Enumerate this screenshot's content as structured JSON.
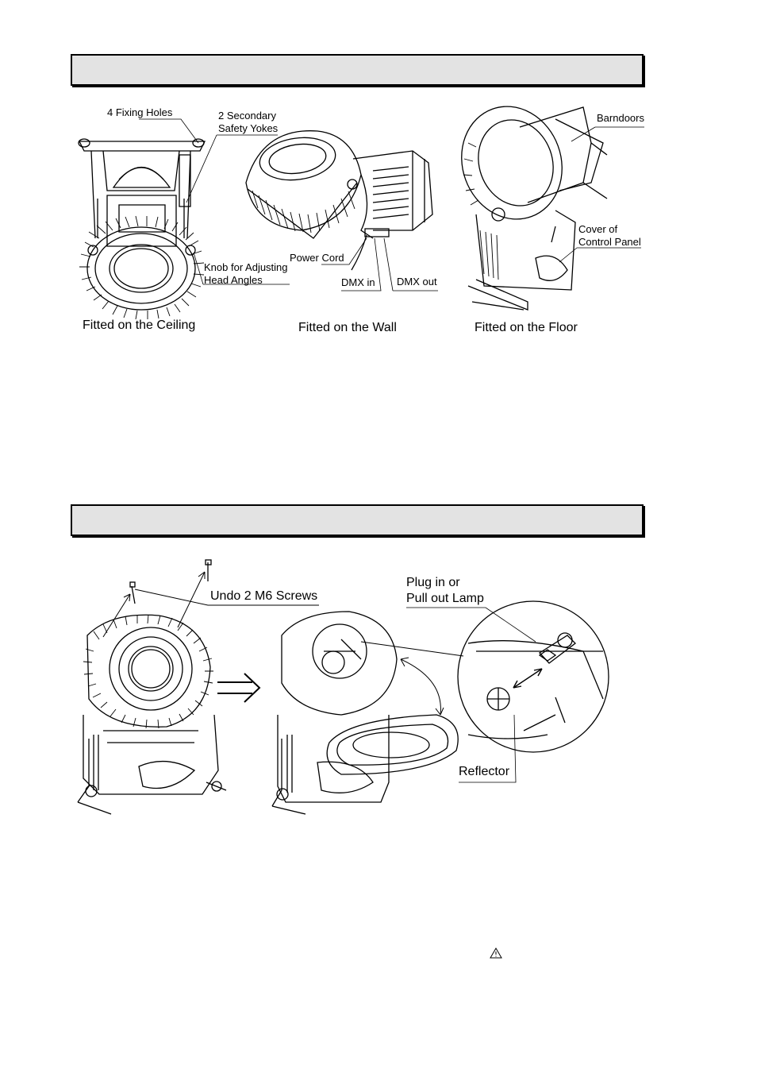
{
  "section1": {
    "labels": {
      "fixing_holes": "4 Fixing Holes",
      "safety_yokes": "2 Secondary\nSafety Yokes",
      "knob": "Knob for Adjusting\nHead Angles",
      "power_cord": "Power Cord",
      "dmx_in": "DMX in",
      "dmx_out": "DMX out",
      "barndoors": "Barndoors",
      "control_panel_cover": "Cover of\nControl Panel"
    },
    "captions": {
      "ceiling": "Fitted on the Ceiling",
      "wall": "Fitted on the Wall",
      "floor": "Fitted on the Floor"
    }
  },
  "section2": {
    "labels": {
      "undo_screws": "Undo 2 M6 Screws",
      "plug_lamp": "Plug in or\nPull out Lamp",
      "reflector": "Reflector"
    }
  },
  "icons": {
    "implies_arrow": "double-arrow-icon",
    "warning": "warning-triangle-icon"
  }
}
